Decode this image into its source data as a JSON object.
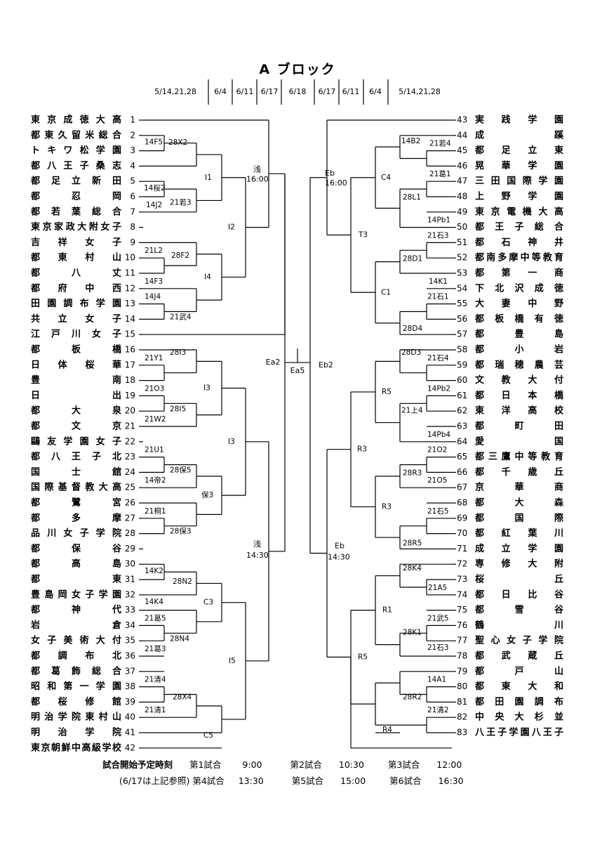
{
  "title": "A ブロック",
  "date_headers": {
    "left": [
      "5/14,21,28",
      "6/4",
      "6/11",
      "6/17"
    ],
    "center": "6/18",
    "right": [
      "6/17",
      "6/11",
      "6/4",
      "5/14,21,28"
    ]
  },
  "left_teams": [
    {
      "n": "1",
      "name": "東京成徳大高"
    },
    {
      "n": "2",
      "name": "都東久留米総合"
    },
    {
      "n": "3",
      "name": "トキワ松学園"
    },
    {
      "n": "4",
      "name": "都八王子桑志"
    },
    {
      "n": "5",
      "name": "都足立新田"
    },
    {
      "n": "6",
      "name": "都　忍　岡"
    },
    {
      "n": "7",
      "name": "都若葉総合"
    },
    {
      "n": "8",
      "name": "東京家政大附女子"
    },
    {
      "n": "9",
      "name": "吉祥女子"
    },
    {
      "n": "10",
      "name": "都東村山"
    },
    {
      "n": "11",
      "name": "都　八　丈"
    },
    {
      "n": "12",
      "name": "都府中西"
    },
    {
      "n": "13",
      "name": "田園調布学園"
    },
    {
      "n": "14",
      "name": "共立女子"
    },
    {
      "n": "15",
      "name": "江戸川女子"
    },
    {
      "n": "16",
      "name": "都　板　橋"
    },
    {
      "n": "17",
      "name": "日体桜華"
    },
    {
      "n": "18",
      "name": "豊　　　南"
    },
    {
      "n": "19",
      "name": "日　　　出"
    },
    {
      "n": "20",
      "name": "都　大　泉"
    },
    {
      "n": "21",
      "name": "都　文　京"
    },
    {
      "n": "22",
      "name": "鷗友学園女子"
    },
    {
      "n": "23",
      "name": "都八王子北"
    },
    {
      "n": "24",
      "name": "国　士　舘"
    },
    {
      "n": "25",
      "name": "国際基督教大高"
    },
    {
      "n": "26",
      "name": "都　鷺　宮"
    },
    {
      "n": "27",
      "name": "都　多　摩"
    },
    {
      "n": "28",
      "name": "品川女子学院"
    },
    {
      "n": "29",
      "name": "都　保　谷"
    },
    {
      "n": "30",
      "name": "都　高　島"
    },
    {
      "n": "31",
      "name": "都　　　東"
    },
    {
      "n": "32",
      "name": "豊島岡女子学園"
    },
    {
      "n": "33",
      "name": "都　神　代"
    },
    {
      "n": "34",
      "name": "岩　　　倉"
    },
    {
      "n": "35",
      "name": "女子美術大付"
    },
    {
      "n": "36",
      "name": "都調布北"
    },
    {
      "n": "37",
      "name": "都葛飾総合"
    },
    {
      "n": "38",
      "name": "昭和第一学園"
    },
    {
      "n": "39",
      "name": "都桜修館"
    },
    {
      "n": "40",
      "name": "明治学院東村山"
    },
    {
      "n": "41",
      "name": "明治学院"
    },
    {
      "n": "42",
      "name": "東京朝鮮中高級学校"
    }
  ],
  "right_teams": [
    {
      "n": "43",
      "name": "実践学園"
    },
    {
      "n": "44",
      "name": "成　　　蹊"
    },
    {
      "n": "45",
      "name": "都足立東"
    },
    {
      "n": "46",
      "name": "晃華学園"
    },
    {
      "n": "47",
      "name": "三田国際学園"
    },
    {
      "n": "48",
      "name": "上野学園"
    },
    {
      "n": "49",
      "name": "東京電機大高"
    },
    {
      "n": "50",
      "name": "都王子総合"
    },
    {
      "n": "51",
      "name": "都石神井"
    },
    {
      "n": "52",
      "name": "都南多摩中等教育"
    },
    {
      "n": "53",
      "name": "都第一商"
    },
    {
      "n": "54",
      "name": "下北沢成徳"
    },
    {
      "n": "55",
      "name": "大妻中野"
    },
    {
      "n": "56",
      "name": "都板橋有徳"
    },
    {
      "n": "57",
      "name": "都　豊　島"
    },
    {
      "n": "58",
      "name": "都　小　岩"
    },
    {
      "n": "59",
      "name": "都瑞穂農芸"
    },
    {
      "n": "60",
      "name": "文教大付"
    },
    {
      "n": "61",
      "name": "都日本橋"
    },
    {
      "n": "62",
      "name": "東洋高校"
    },
    {
      "n": "63",
      "name": "都　町　田"
    },
    {
      "n": "64",
      "name": "愛　　　国"
    },
    {
      "n": "65",
      "name": "都三鷹中等教育"
    },
    {
      "n": "66",
      "name": "都千歳丘"
    },
    {
      "n": "67",
      "name": "京華商"
    },
    {
      "n": "68",
      "name": "都　大　森"
    },
    {
      "n": "69",
      "name": "都　国　際"
    },
    {
      "n": "70",
      "name": "都紅葉川"
    },
    {
      "n": "71",
      "name": "成立学園"
    },
    {
      "n": "72",
      "name": "専修大附"
    },
    {
      "n": "73",
      "name": "桜　　　丘"
    },
    {
      "n": "74",
      "name": "都日比谷"
    },
    {
      "n": "75",
      "name": "都　雪　谷"
    },
    {
      "n": "76",
      "name": "鶴　　　川"
    },
    {
      "n": "77",
      "name": "聖心女子学院"
    },
    {
      "n": "78",
      "name": "都武蔵丘"
    },
    {
      "n": "79",
      "name": "都　戸　山"
    },
    {
      "n": "80",
      "name": "都東大和"
    },
    {
      "n": "81",
      "name": "都田園調布"
    },
    {
      "n": "82",
      "name": "中央大杉並"
    },
    {
      "n": "83",
      "name": "八王子学園八王子"
    }
  ],
  "match_labels": {
    "left_r1": [
      "28X2",
      "14F5",
      "14桜2",
      "21若3",
      "14J2",
      "21L2",
      "28F2",
      "14F3",
      "14J4",
      "21武4",
      "28I3",
      "21Y1",
      "21O3",
      "28I5",
      "21W2",
      "21U1",
      "28保5",
      "14帝2",
      "21桐1",
      "28保3",
      "14K2",
      "28N2",
      "14K4",
      "21葛5",
      "28N4",
      "21葛3",
      "21清4",
      "28X4",
      "21清1"
    ],
    "left_r2": [
      "I1",
      "I4",
      "I3",
      "保3",
      "C3",
      "C5"
    ],
    "left_r3": [
      "I2",
      "I3",
      "I5"
    ],
    "left_r4_top": [
      "浅",
      "16:00"
    ],
    "left_r4_bottom": [
      "浅",
      "14:30"
    ],
    "semi_left": "Ea2",
    "final": "Ea5",
    "semi_right": "Eb2",
    "right_r4_top": [
      "Eb",
      "16:00"
    ],
    "right_r4_bottom": [
      "Eb",
      "14:30"
    ],
    "right_r3": [
      "T3",
      "R3",
      "R5"
    ],
    "right_r2": [
      "C4",
      "C1",
      "R5",
      "R3",
      "R1",
      "R4"
    ],
    "right_r1": [
      "21若4",
      "14B2",
      "21葛1",
      "28L1",
      "14Pb1",
      "21石3",
      "28D1",
      "14K1",
      "21石1",
      "28D4",
      "28D3",
      "21石4",
      "14Pb2",
      "21上4",
      "14Pb4",
      "21O2",
      "28R3",
      "21O5",
      "21石5",
      "28R5",
      "28K4",
      "21A5",
      "21武5",
      "28K1",
      "21石3",
      "14A1",
      "28R2",
      "21清2"
    ]
  },
  "footer": {
    "heading": "試合開始予定時刻",
    "note": "(6/17は上記参照)",
    "games": [
      {
        "label": "第1試合",
        "time": "9:00"
      },
      {
        "label": "第2試合",
        "time": "10:30"
      },
      {
        "label": "第3試合",
        "time": "12:00"
      },
      {
        "label": "第4試合",
        "time": "13:30"
      },
      {
        "label": "第5試合",
        "time": "15:00"
      },
      {
        "label": "第6試合",
        "time": "16:30"
      }
    ]
  }
}
